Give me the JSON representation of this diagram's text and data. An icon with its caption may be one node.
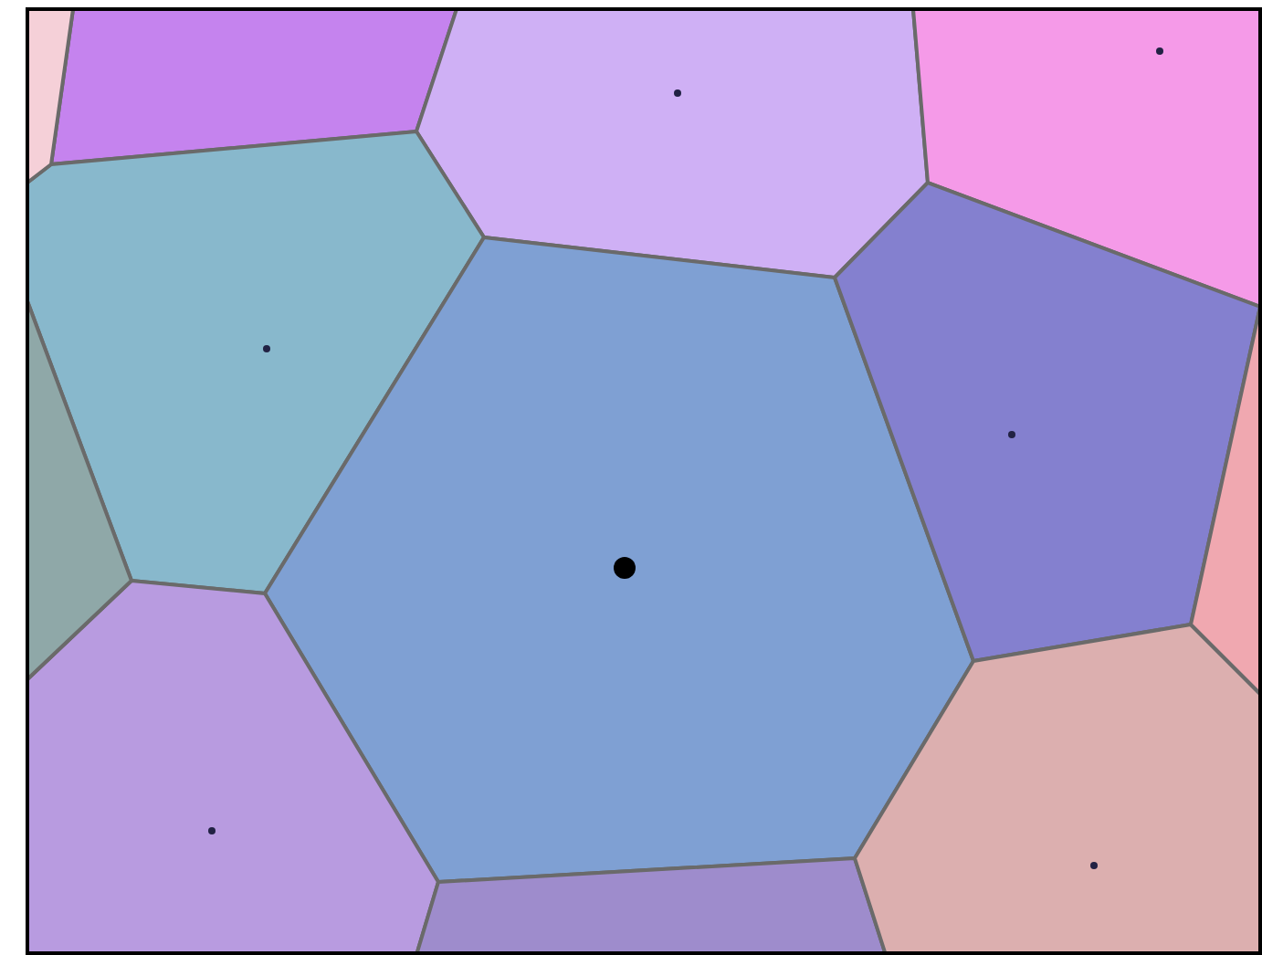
{
  "diagram": {
    "nodes": [
      {
        "text": [],
        "shape": "polygon"
      },
      {
        "text": [],
        "shape": "polygon"
      },
      {
        "text": [],
        "shape": "polygon"
      },
      {
        "text": [],
        "shape": "polygon"
      },
      {
        "text": [],
        "shape": "polygon"
      },
      {
        "text": [],
        "shape": "polygon"
      },
      {
        "text": [],
        "shape": "polygon"
      },
      {
        "text": [],
        "shape": "polygon"
      },
      {
        "text": [],
        "shape": "polygon"
      },
      {
        "text": [],
        "shape": "polygon"
      },
      {
        "text": [],
        "shape": "polygon"
      },
      {
        "text": [],
        "shape": "polygon"
      }
    ]
  }
}
